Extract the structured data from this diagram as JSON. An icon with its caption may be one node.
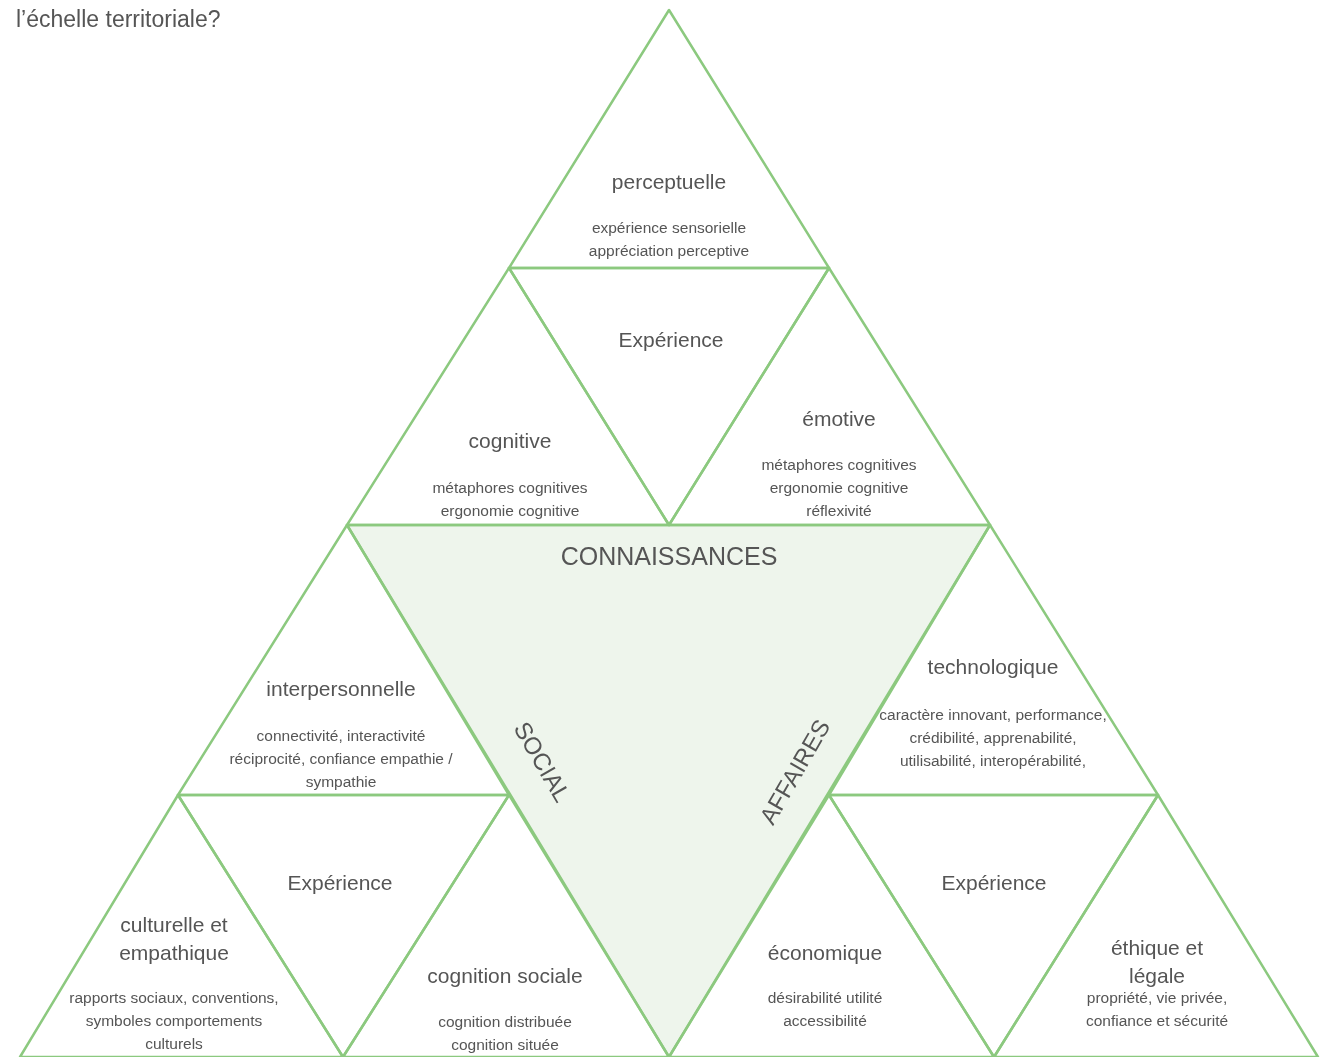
{
  "diagram": {
    "nodes": [
      {
        "text": [
          "perceptuelle",
          "expérience sensorielle appréciation perceptive"
        ]
      },
      {
        "text": [
          "Expérience"
        ]
      },
      {
        "text": [
          "cognitive",
          "métaphores cognitives ergonomie cognitive"
        ]
      },
      {
        "text": [
          "émotive",
          "métaphores cognitives ergonomie cognitive réflexivité"
        ]
      },
      {
        "text": [
          "CONNAISSANCES",
          "SOCIAL",
          "AFFAIRES"
        ]
      },
      {
        "text": [
          "interpersonnelle",
          "connectivité, interactivité réciprocité, confiance empathie / sympathie"
        ]
      },
      {
        "text": [
          "technologique",
          "caractère innovant, performance, crédibilité, apprenabilité, utilisabilité, interopérabilité,"
        ]
      },
      {
        "text": [
          "Expérience"
        ]
      },
      {
        "text": [
          "Expérience"
        ]
      },
      {
        "text": [
          "culturelle et empathique",
          "rapports sociaux, conventions, symboles comportements culturels"
        ]
      },
      {
        "text": [
          "cognition sociale",
          "cognition distribuée cognition située"
        ]
      },
      {
        "text": [
          "économique",
          "désirabilité utilité accessibilité"
        ]
      },
      {
        "text": [
          "éthique et légale",
          "propriété, vie privée, confiance et sécurité"
        ]
      }
    ],
    "labels": [
      "l’échelle territoriale?"
    ]
  }
}
